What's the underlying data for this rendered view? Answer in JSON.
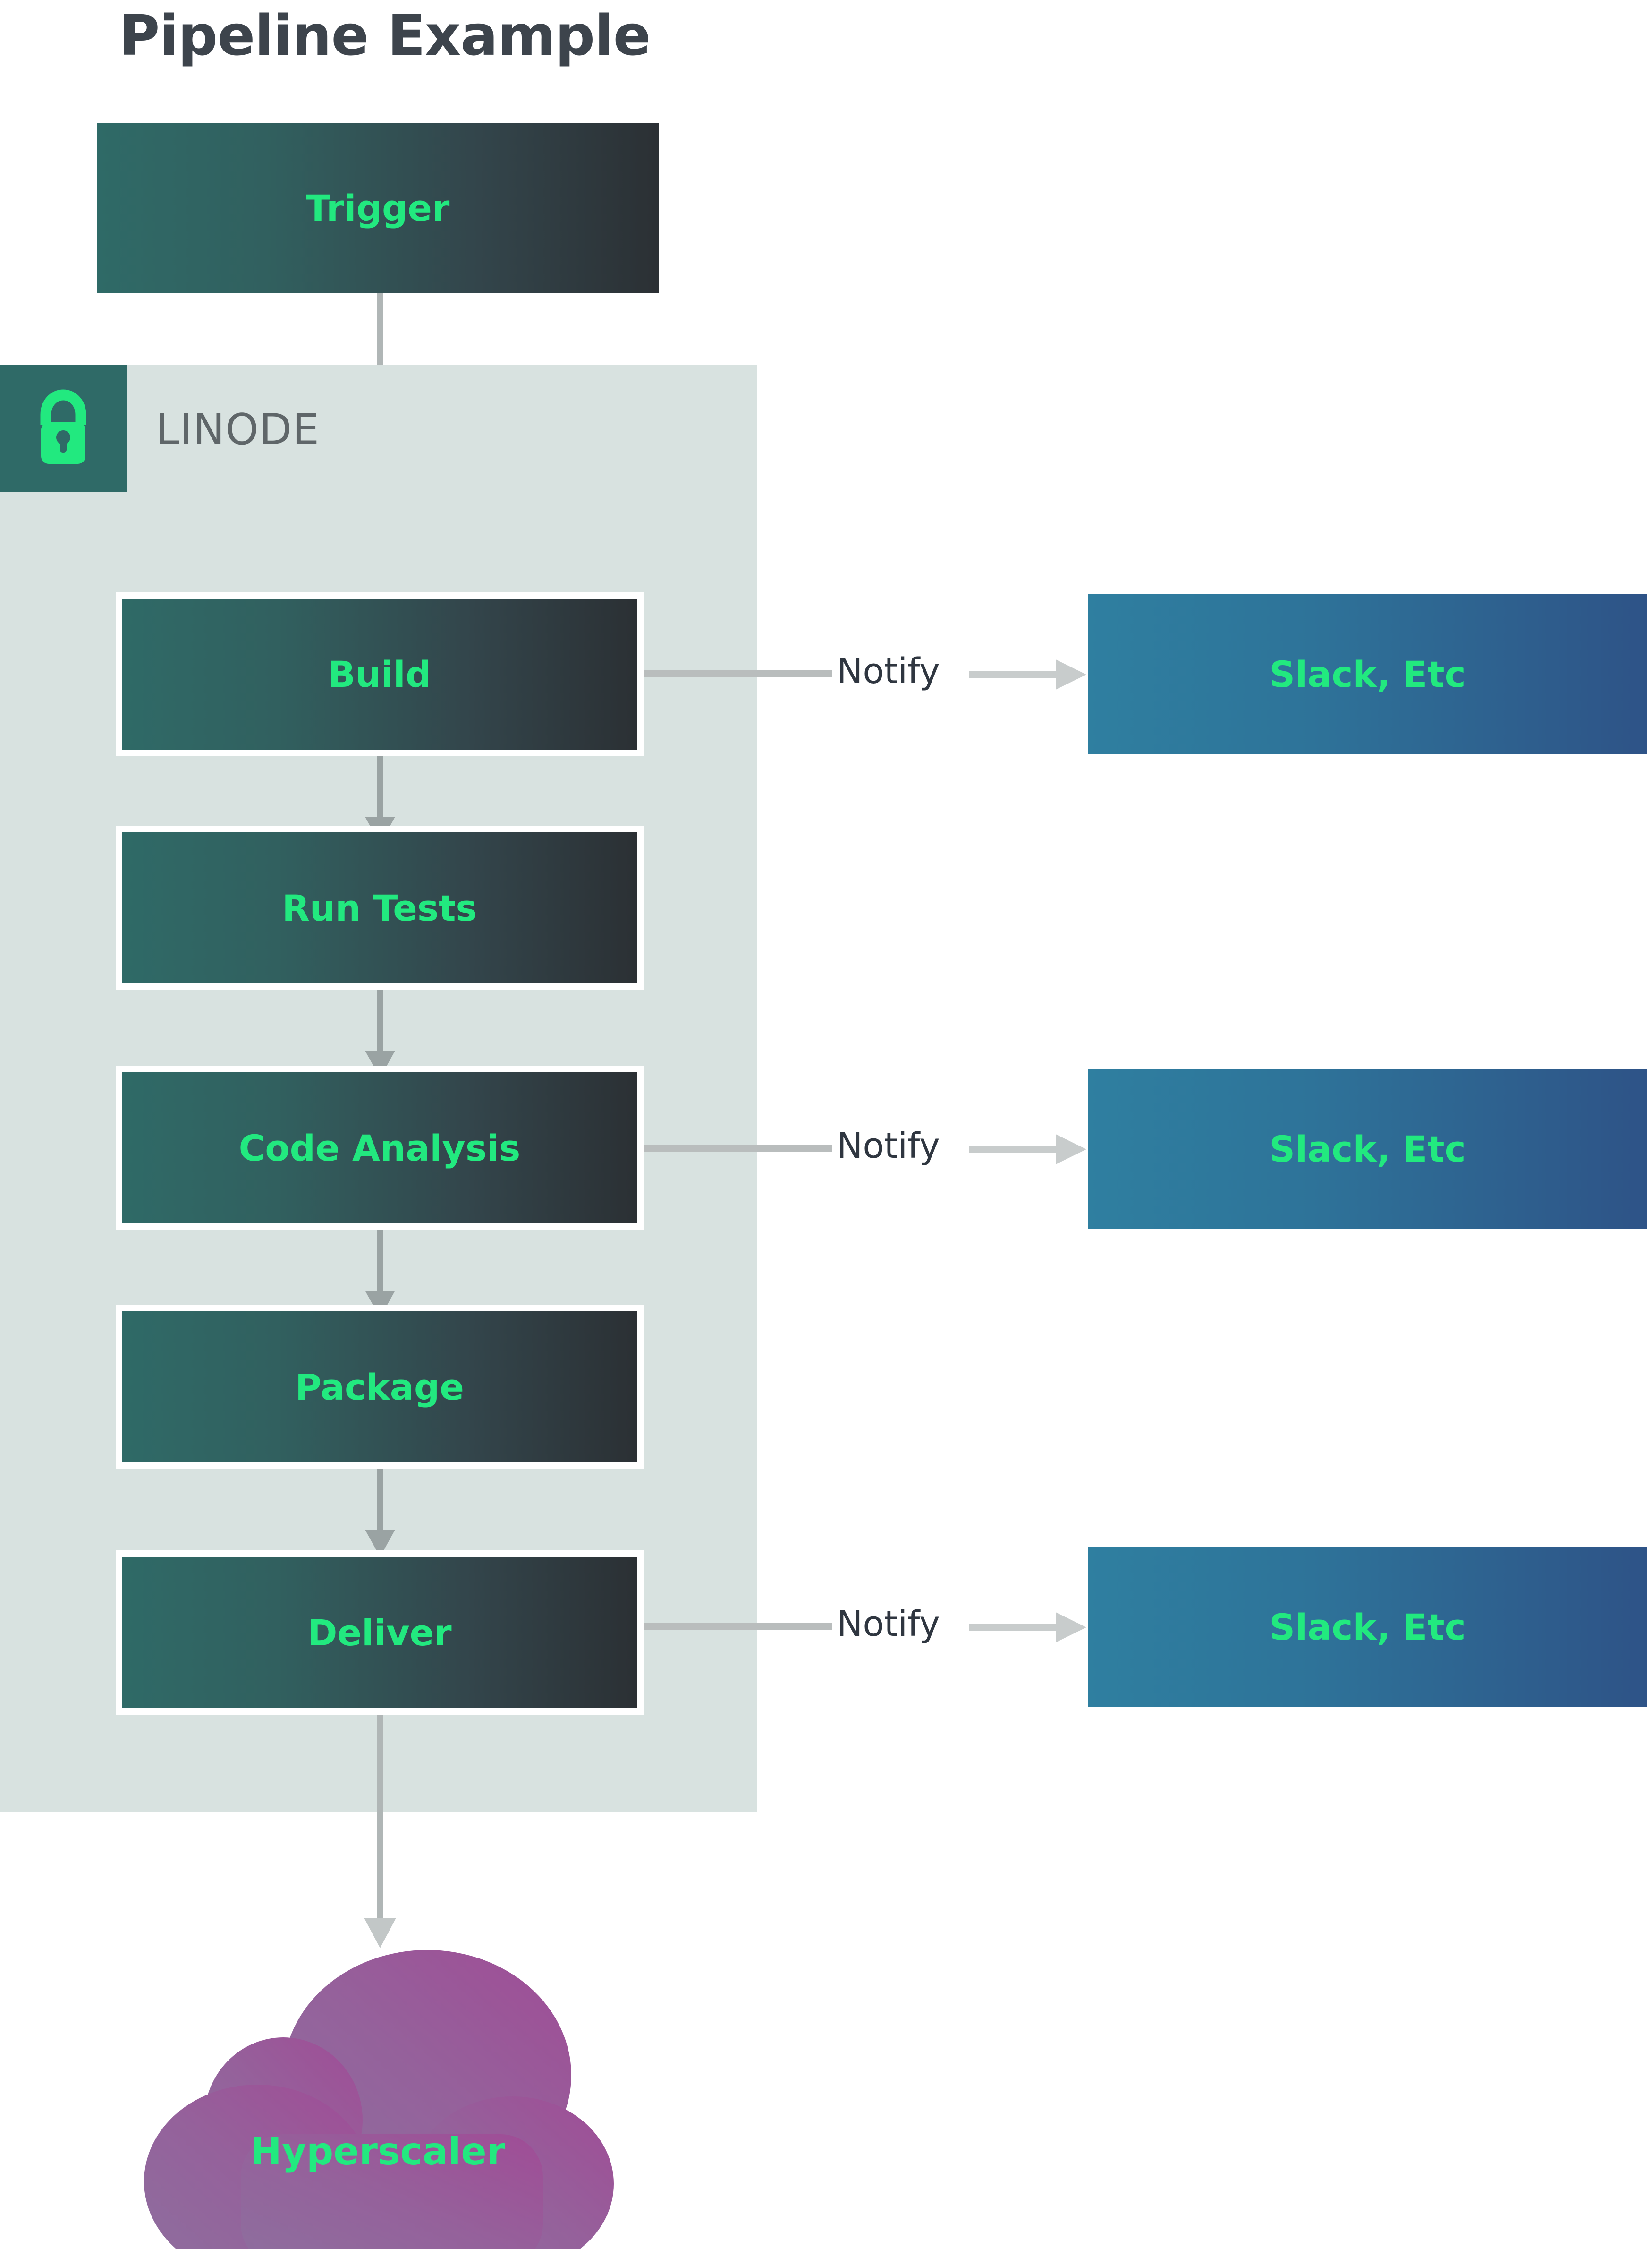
{
  "title": "Pipeline Example",
  "zone": {
    "name": "LINODE",
    "icon": "lock-icon",
    "badge_color": "#2f6a67",
    "panel_color": "#d8e2e0"
  },
  "colors": {
    "title_text": "#3d444c",
    "stage_text": "#22e97f",
    "stage_fill_start": "#2f6a67",
    "stage_fill_end": "#2b3034",
    "target_fill_start": "#2f7fa0",
    "target_fill_end": "#2e5387",
    "connector": "#b9bdbd",
    "notify_text": "#2f3640",
    "cloud_fill_start": "#9a6fa0",
    "cloud_fill_end": "#9d4f96"
  },
  "trigger": {
    "label": "Trigger"
  },
  "stages": [
    {
      "label": "Build"
    },
    {
      "label": "Run Tests"
    },
    {
      "label": "Code Analysis"
    },
    {
      "label": "Package"
    },
    {
      "label": "Deliver"
    }
  ],
  "notifications": [
    {
      "edge_label": "Notify",
      "target": "Slack, Etc"
    },
    {
      "edge_label": "Notify",
      "target": "Slack, Etc"
    },
    {
      "edge_label": "Notify",
      "target": "Slack, Etc"
    }
  ],
  "cloud": {
    "label": "Hyperscaler"
  }
}
